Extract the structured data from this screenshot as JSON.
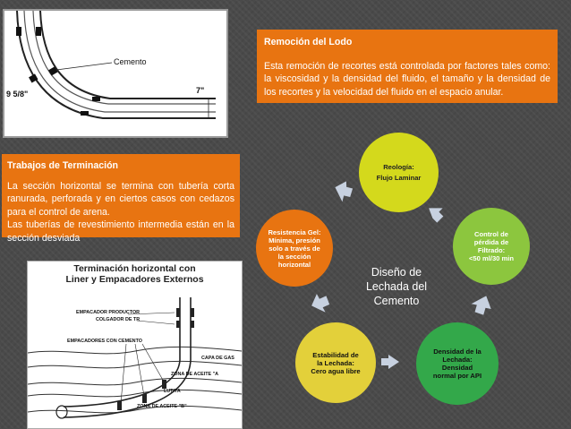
{
  "figure_top": {
    "label_cemento": "Cemento",
    "label_958": "9 5/8\"",
    "label_7": "7\""
  },
  "remocion": {
    "title": "Remoción del Lodo",
    "text": "Esta remoción de recortes está controlada por factores tales como: la viscosidad y la densidad del fluido, el tamaño y la densidad de los recortes y la velocidad del fluido en el espacio anular."
  },
  "trabajos": {
    "title": "Trabajos de Terminación",
    "text1": "La sección horizontal se termina con tubería corta ranurada, perforada y en ciertos casos con cedazos para el control de arena.",
    "text2": "Las tuberías de revestimiento intermedia están en la sección desviada"
  },
  "diagram": {
    "title_line1": "Terminación horizontal con",
    "title_line2": "Liner y Empacadores Externos",
    "labels": {
      "empacador_productor": "EMPACADOR PRODUCTOR",
      "colgador": "COLGADOR DE TR",
      "empacadores": "EMPACADORES CON CEMENTO",
      "capa_gas": "CAPA DE GAS",
      "zona_a": "ZONA DE ACEITE \"A",
      "lutita": "LUTITA",
      "zona_b": "ZONA DE ACEITE \"B\""
    }
  },
  "cycle": {
    "center_line1": "Diseño de",
    "center_line2": "Lechada del",
    "center_line3": "Cemento",
    "reologia_l1": "Reología:",
    "reologia_l2": "Flujo Laminar",
    "control_l1": "Control de",
    "control_l2": "pérdida de",
    "control_l3": "Filtrado:",
    "control_l4": "<50 ml/30 min",
    "densidad_l1": "Densidad de la",
    "densidad_l2": "Lechada:",
    "densidad_l3": "Densidad",
    "densidad_l4": "normal por API",
    "estabilidad_l1": "Estabilidad de",
    "estabilidad_l2": "la Lechada:",
    "estabilidad_l3": "Cero agua libre",
    "resistencia_l1": "Resistencia Gel:",
    "resistencia_l2": "Mínima, presión",
    "resistencia_l3": "solo a través de",
    "resistencia_l4": "la sección",
    "resistencia_l5": "horizontal",
    "colors": {
      "reologia": "#d4d91c",
      "control": "#8cc63e",
      "densidad": "#33a84a",
      "estabilidad": "#e3d03a",
      "resistencia": "#e87411",
      "arrows": "#c7d1e0"
    }
  }
}
